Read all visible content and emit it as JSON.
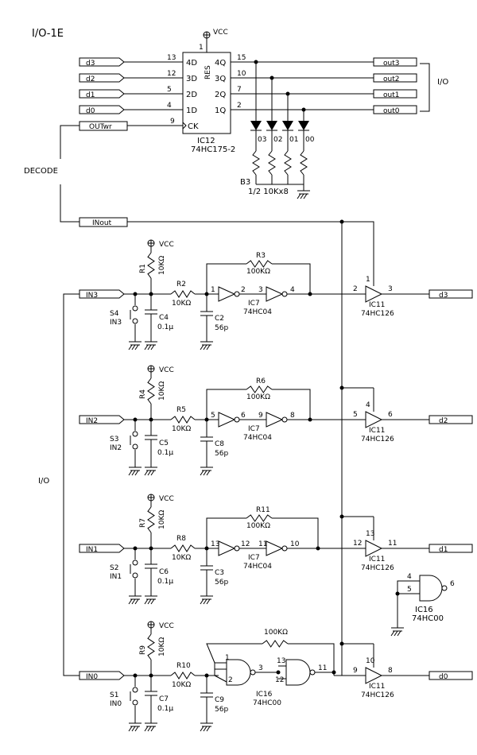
{
  "title": "I/O-1E",
  "vcc": "VCC",
  "ports_in": [
    "d3",
    "d2",
    "d1",
    "d0"
  ],
  "ports_out": [
    "out3",
    "out2",
    "out1",
    "out0"
  ],
  "outwr": "OUTwr",
  "inout": "INout",
  "decode": "DECODE",
  "io_label": "I/O",
  "ic12": {
    "name": "IC12",
    "part": "74HC175-2",
    "res": "RES",
    "pins_in": [
      "4D",
      "3D",
      "2D",
      "1D"
    ],
    "pins_out": [
      "4Q",
      "3Q",
      "2Q",
      "1Q"
    ],
    "ck": "CK",
    "num_in": [
      "13",
      "12",
      "5",
      "4"
    ],
    "num_out": [
      "15",
      "10",
      "7",
      "2"
    ],
    "num_ck": "9",
    "num_res": "1"
  },
  "leds": [
    "03",
    "02",
    "01",
    "00"
  ],
  "array": {
    "ref": "B3",
    "desc": "1/2 10Kx8"
  },
  "channels": [
    {
      "port": "IN3",
      "r_pull": "R1",
      "r_series": "R2",
      "cap": "C4",
      "cap_val": "0.1μ",
      "sw": "S4",
      "sw_label": "IN3",
      "cap2": "C2",
      "cap2_val": "56p",
      "rfb": "R3",
      "rfb_val": "100KΩ",
      "gate": "IC7",
      "gate_part": "74HC04",
      "pins": [
        "1",
        "2",
        "3",
        "4"
      ],
      "buf_in": "2",
      "buf_en": "1",
      "buf_out": "3",
      "data": "d3"
    },
    {
      "port": "IN2",
      "r_pull": "R4",
      "r_series": "R5",
      "cap": "C5",
      "cap_val": "0.1μ",
      "sw": "S3",
      "sw_label": "IN2",
      "cap2": "C8",
      "cap2_val": "56p",
      "rfb": "R6",
      "rfb_val": "100KΩ",
      "gate": "IC7",
      "gate_part": "74HC04",
      "pins": [
        "5",
        "6",
        "9",
        "8"
      ],
      "buf_in": "5",
      "buf_en": "4",
      "buf_out": "6",
      "data": "d2"
    },
    {
      "port": "IN1",
      "r_pull": "R7",
      "r_series": "R8",
      "cap": "C6",
      "cap_val": "0.1μ",
      "sw": "S2",
      "sw_label": "IN1",
      "cap2": "C3",
      "cap2_val": "56p",
      "rfb": "R11",
      "rfb_val": "100KΩ",
      "gate": "IC7",
      "gate_part": "74HC04",
      "pins": [
        "13",
        "12",
        "11",
        "10"
      ],
      "buf_in": "12",
      "buf_en": "13",
      "buf_out": "11",
      "data": "d1"
    },
    {
      "port": "IN0",
      "r_pull": "R9",
      "r_series": "R10",
      "cap": "C7",
      "cap_val": "0.1μ",
      "sw": "S1",
      "sw_label": "IN0",
      "cap2": "C9",
      "cap2_val": "56p",
      "rfb": "",
      "rfb_val": "100KΩ",
      "gate": "IC16",
      "gate_part": "74HC00",
      "pins": [
        "1",
        "2",
        "3",
        "13",
        "12",
        "11"
      ],
      "buf_in": "9",
      "buf_en": "10",
      "buf_out": "8",
      "data": "d0"
    }
  ],
  "r_val": "10KΩ",
  "buf": {
    "name": "IC11",
    "part": "74HC126"
  },
  "nand": {
    "name": "IC16",
    "part": "74HC00",
    "pins": [
      "4",
      "5",
      "6"
    ]
  }
}
